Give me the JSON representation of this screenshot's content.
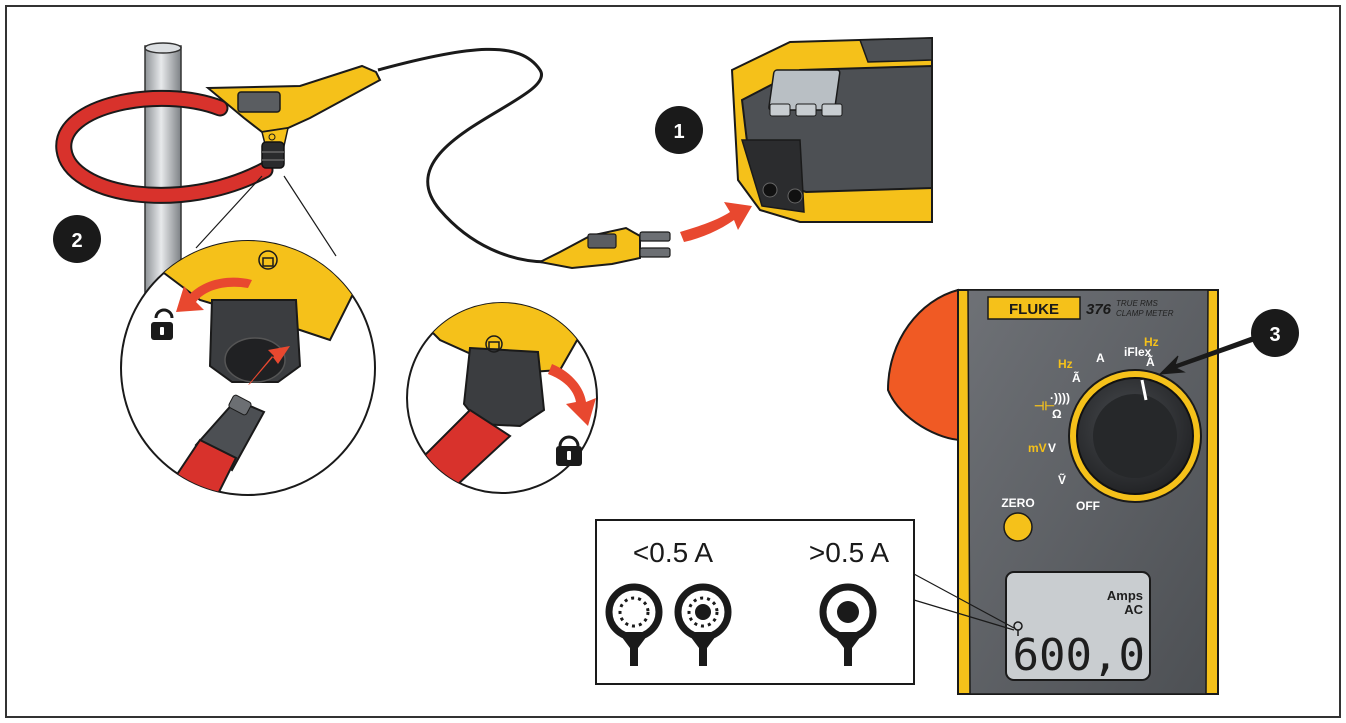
{
  "steps": [
    "1",
    "2",
    "3"
  ],
  "legend": {
    "low_label": "<0.5 A",
    "high_label": ">0.5 A"
  },
  "meter": {
    "brand": "FLUKE",
    "model": "376",
    "model_desc_line1": "TRUE RMS",
    "model_desc_line2": "CLAMP METER",
    "dial_labels": {
      "hz": "Hz",
      "a_ac": "Ã",
      "a_dc": "A",
      "iflex": "iFlex",
      "iflex_hz": "Hz",
      "iflex_a": "Ã",
      "cap_sym": "⊣⊢",
      "cont_sym": "·))))",
      "ohm": "Ω",
      "mv": "mV",
      "v_dc": "V",
      "v_ac": "Ṽ",
      "off": "OFF"
    },
    "zero_label": "ZERO",
    "lcd_units_line1": "Amps",
    "lcd_units_line2": "AC",
    "lcd_reading": "600,0"
  },
  "colors": {
    "fluke_yellow": "#f5c11a",
    "cable_red": "#d8322c",
    "meter_gray": "#5d6064",
    "outline": "#1a1a1a",
    "orange_arrow": "#e8482f"
  }
}
